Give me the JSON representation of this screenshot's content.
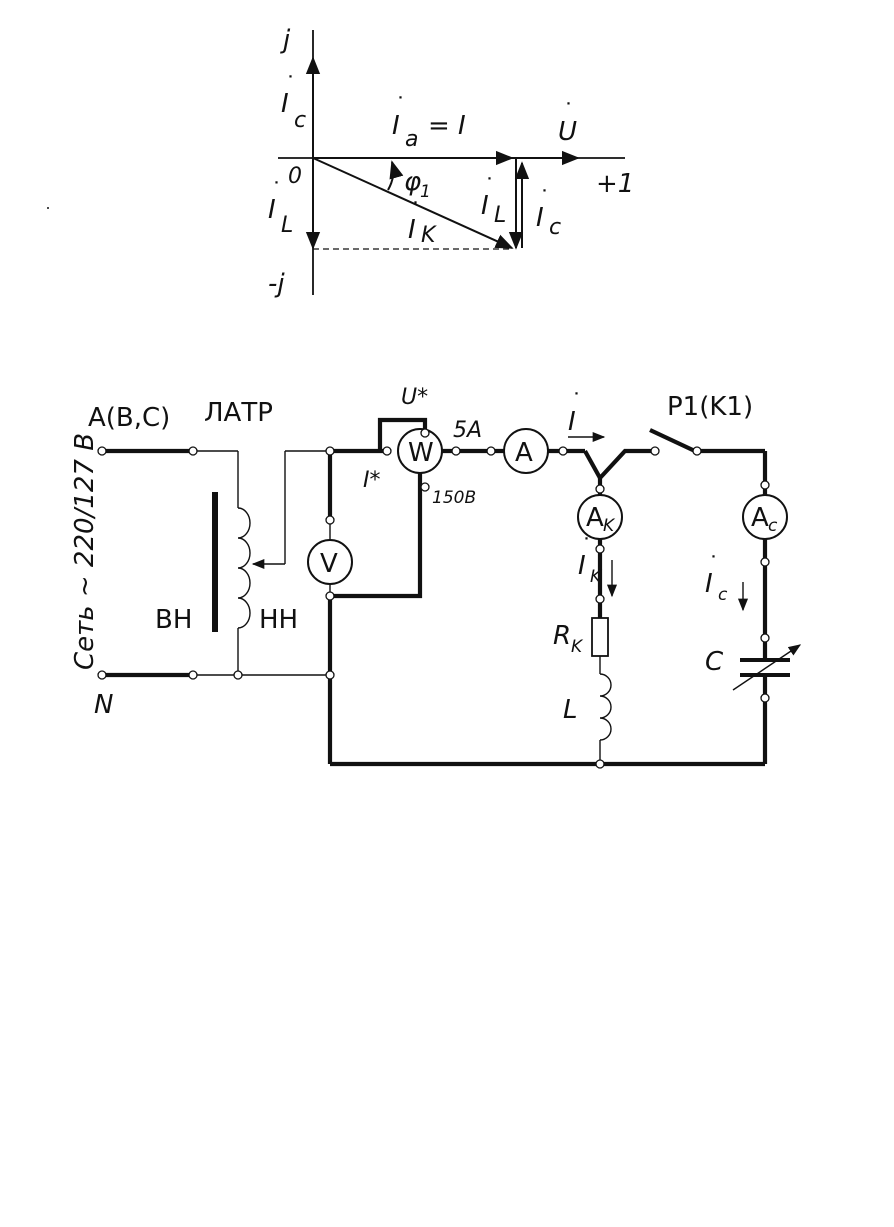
{
  "phasor": {
    "axis_pos_imag": "j",
    "axis_neg_imag": "-j",
    "axis_real": "+1",
    "origin": "0",
    "label_ic_axis": "I",
    "sub_ic_axis": "c",
    "label_ia": "I",
    "sub_ia": "a",
    "eq_ia": "= I",
    "label_u": "U",
    "label_phi": "φ",
    "sub_phi": "1",
    "label_il_axis": "I",
    "sub_il_axis": "L",
    "label_ik": "I",
    "sub_ik": "K",
    "label_il_right": "I",
    "sub_il_right": "L",
    "label_ic_right": "I",
    "sub_ic_right": "c"
  },
  "circuit": {
    "supply_label": "A(B,C)",
    "neutral_label": "N",
    "network_label": "Сеть ~ 220/127 В",
    "latr_label": "ЛАТР",
    "hv_winding": "ВН",
    "lv_winding": "НН",
    "u_star": "U*",
    "i_star": "I*",
    "current_range": "5А",
    "voltage_range": "150В",
    "wattmeter": "W",
    "ammeter": "A",
    "voltmeter": "V",
    "ammeter_k": "A",
    "ammeter_k_sub": "K",
    "ammeter_c": "A",
    "ammeter_c_sub": "c",
    "current_i": "I",
    "current_ik": "I",
    "current_ik_sub": "K",
    "current_ic": "I",
    "current_ic_sub": "c",
    "switch_label": "P1(K1)",
    "resistor_label": "R",
    "resistor_sub": "K",
    "inductor_label": "L",
    "capacitor_label": "C"
  }
}
